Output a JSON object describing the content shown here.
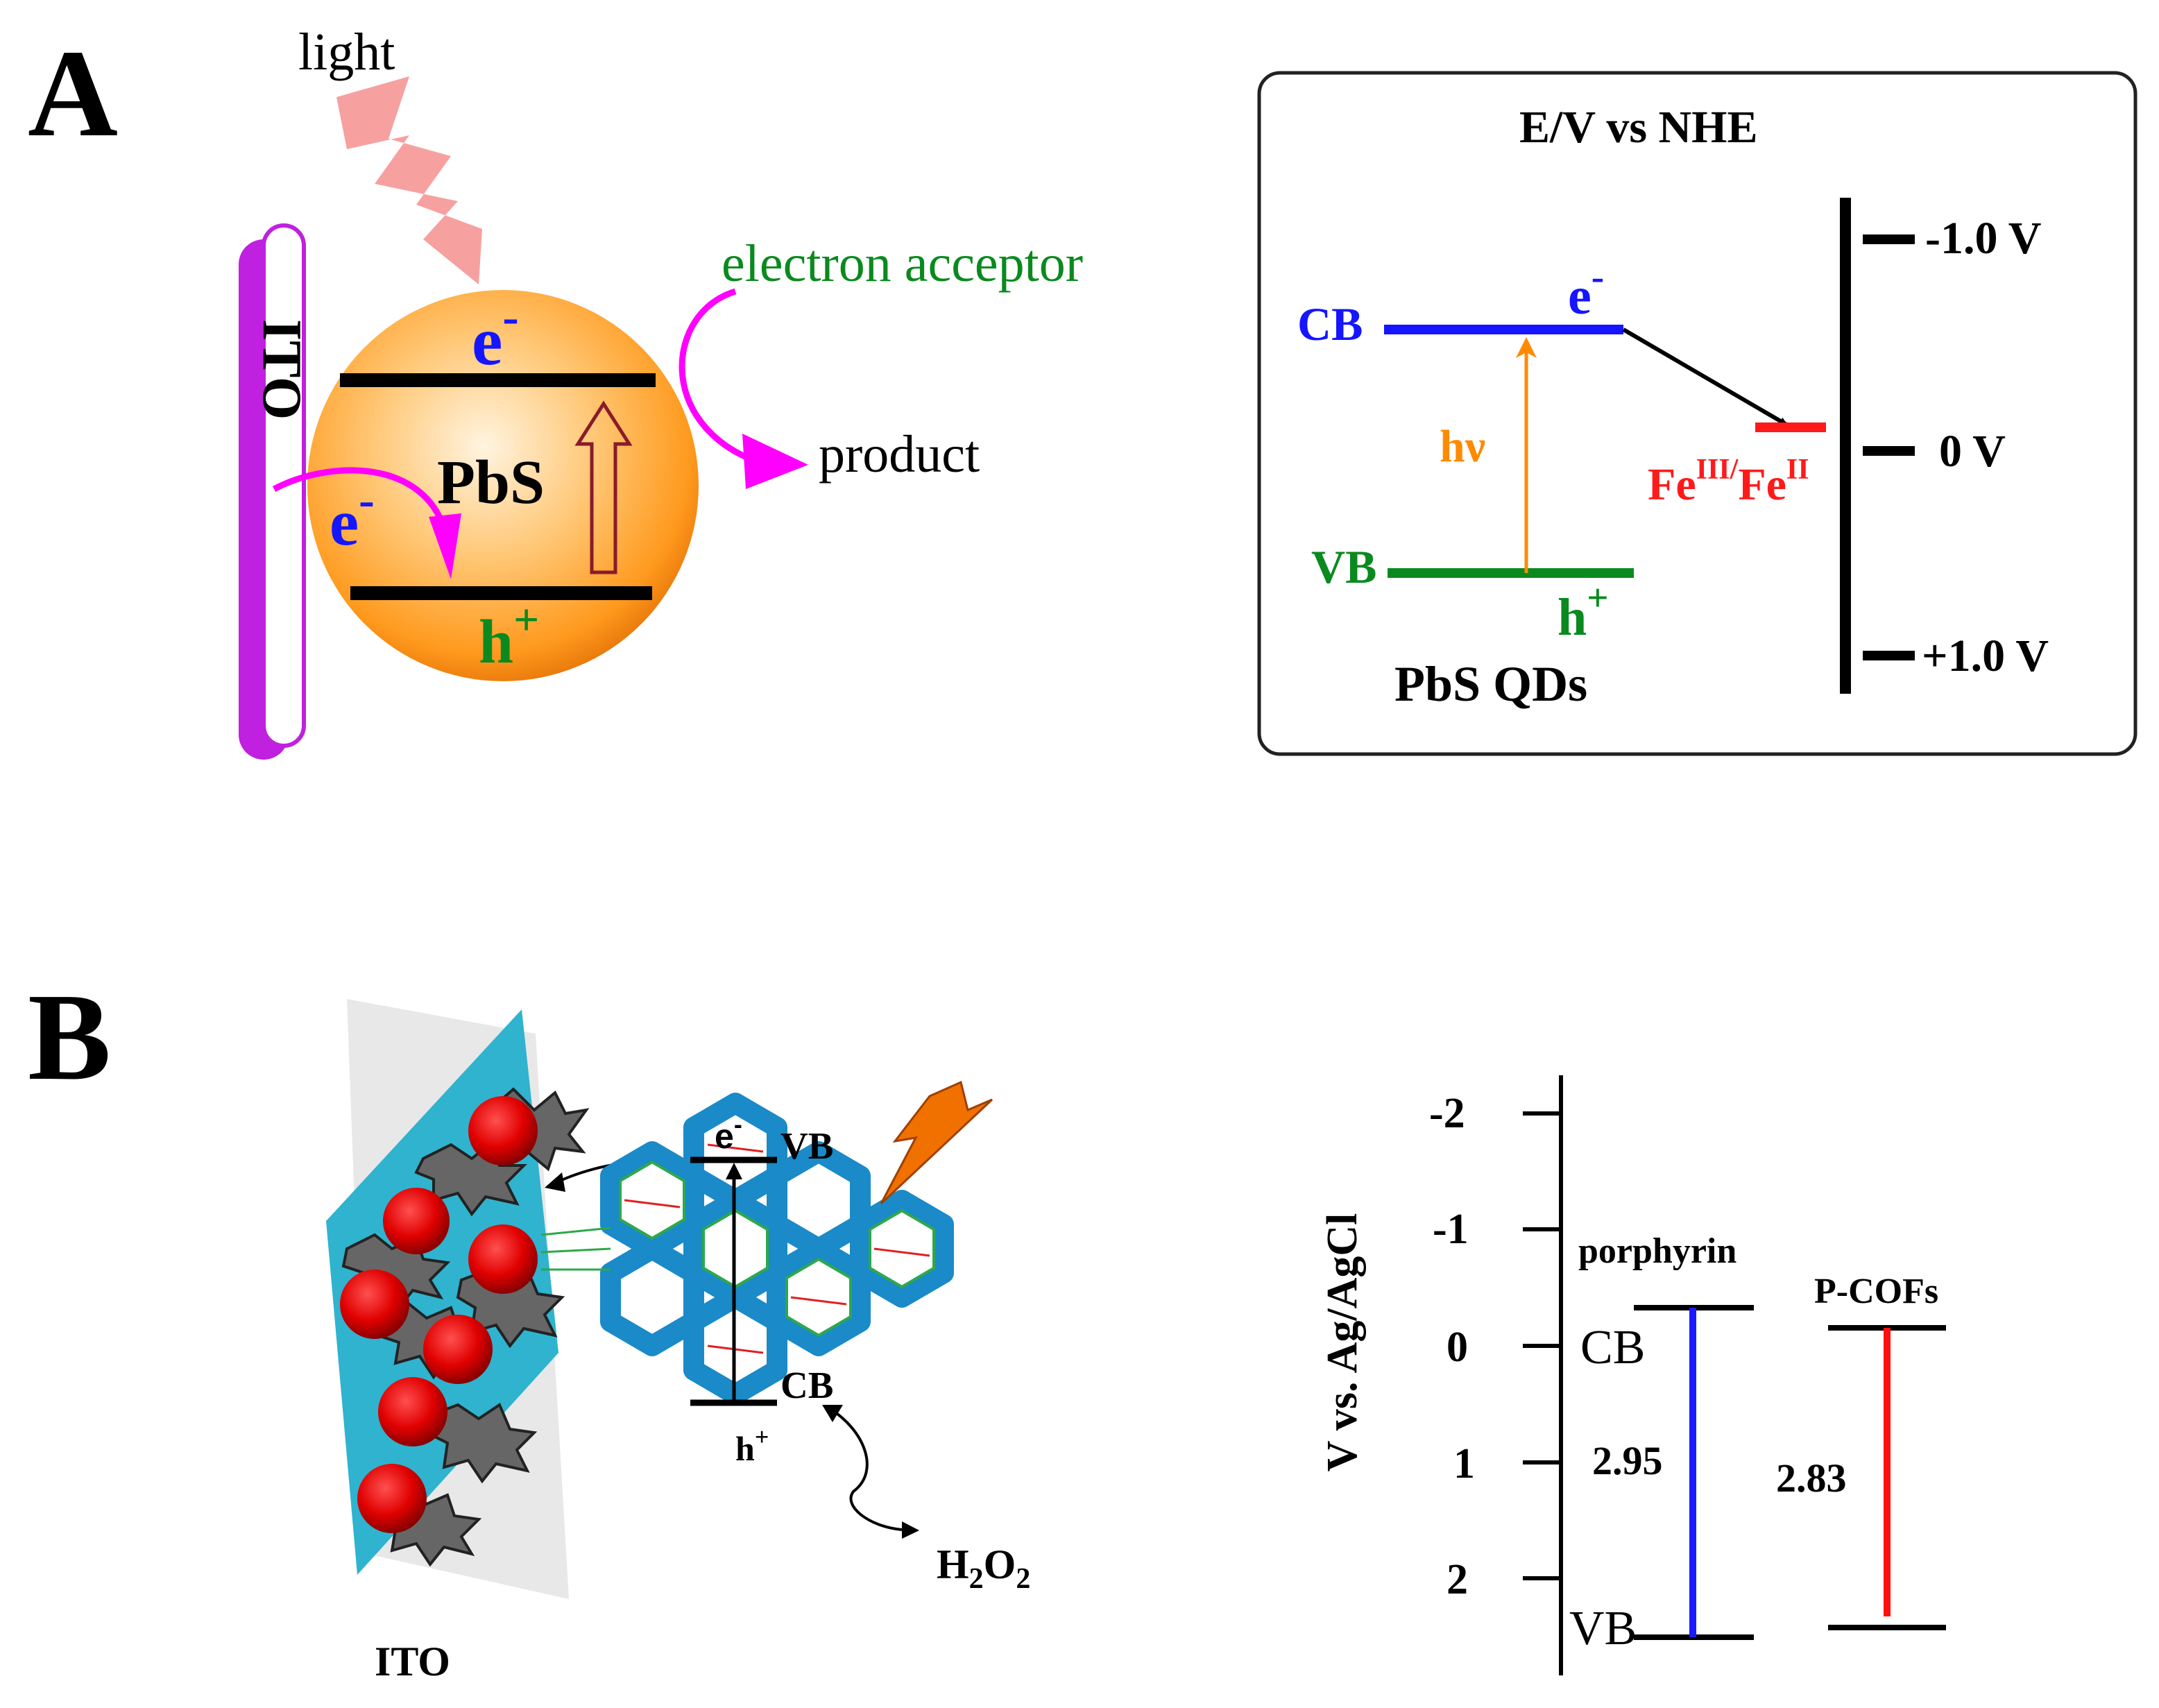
{
  "panel_a": {
    "label": "A",
    "light": "light",
    "ito": "ITO",
    "electron_acceptor": "electron acceptor",
    "product": "product",
    "pbs": "PbS",
    "e_minus": "e",
    "minus": "-",
    "h_plus": "h",
    "plus": "+",
    "energy_box": {
      "title": "E/V vs NHE",
      "cb": "CB",
      "vb": "VB",
      "hv": "hν",
      "e": "e",
      "minus": "-",
      "h": "h",
      "plus": "+",
      "fe": "Fe",
      "fe3": "III/",
      "fe_b": "Fe",
      "fe2": "II",
      "qd": "PbS QDs",
      "tick_neg1": "-1.0 V",
      "tick_0": "0 V",
      "tick_pos1": "+1.0 V"
    },
    "colors": {
      "magenta": "#ff00ff",
      "cb_blue": "#1515ff",
      "vb_green": "#0a8a1e",
      "orange": "#ff8a00",
      "fe_red": "#ff1a1a"
    }
  },
  "panel_b": {
    "label": "B",
    "ito": "ITO",
    "e_minus": "e",
    "minus": "-",
    "vb": "VB",
    "cb": "CB",
    "h_plus": "h",
    "plus": "+",
    "h2o2_h": "H",
    "h2o2_2a": "2",
    "h2o2_o": "O",
    "h2o2_2b": "2",
    "chart": {
      "ylabel": "V vs. Ag/AgCl",
      "ticks": [
        "-2",
        "-1",
        "0",
        "1",
        "2"
      ],
      "porphyrin": "porphyrin",
      "pcofs": "P-COFs",
      "cb": "CB",
      "vb": "VB",
      "gap_porphyrin": "2.95",
      "gap_pcofs": "2.83"
    },
    "colors": {
      "ito_cyan": "#2fb3cf",
      "sphere_red": "#e00000",
      "bolt_orange": "#f07000",
      "line_blue": "#1a1aff",
      "line_red": "#ff1010"
    }
  }
}
